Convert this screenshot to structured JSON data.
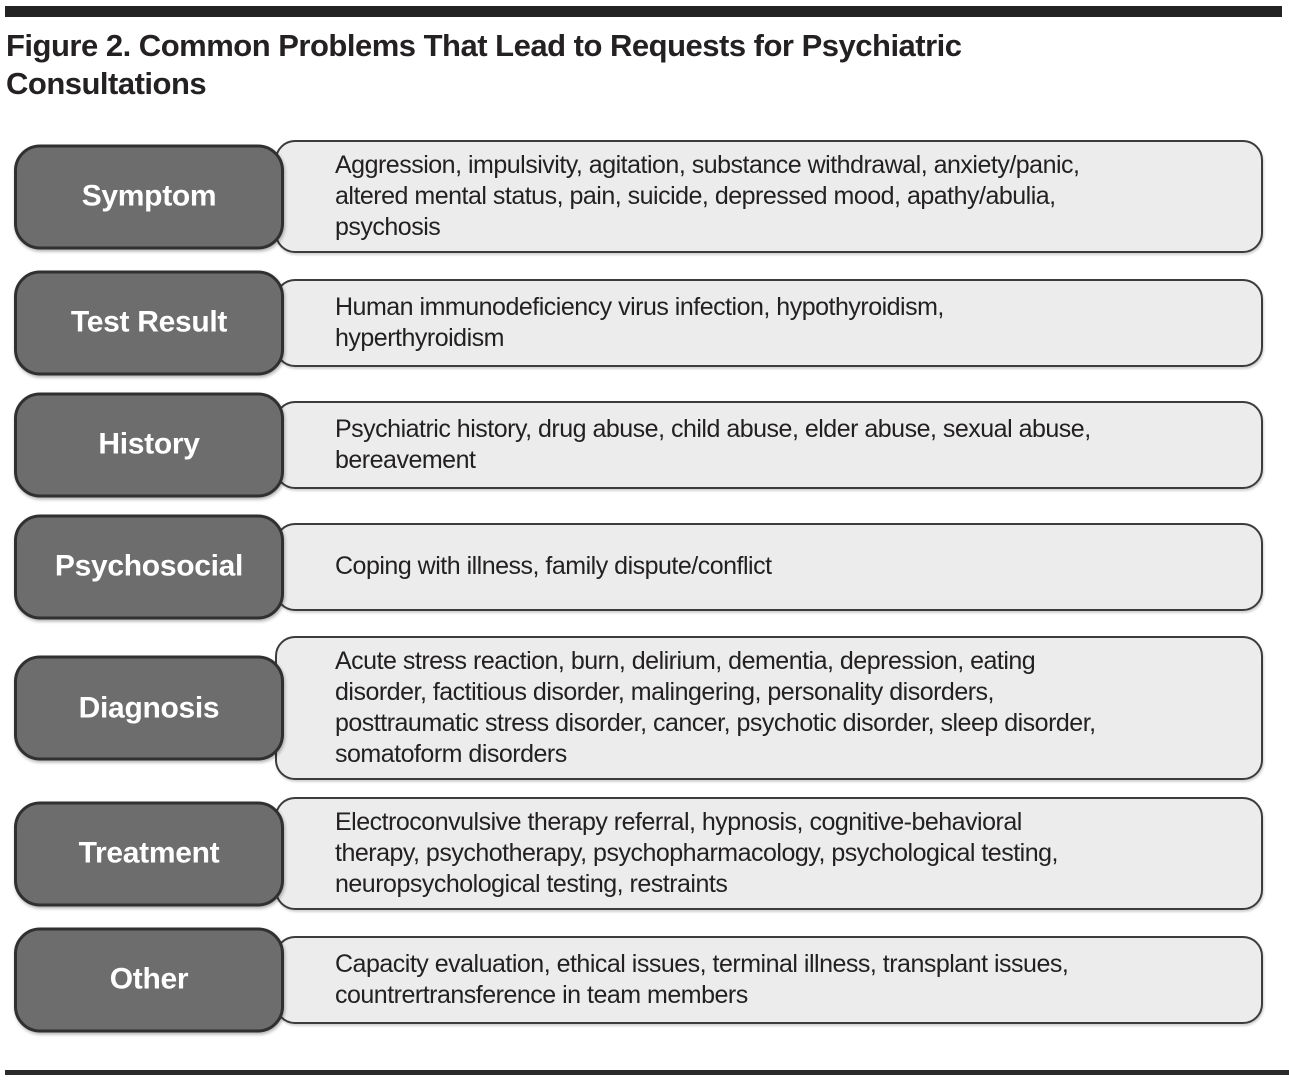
{
  "figure": {
    "title": "Figure 2. Common Problems That Lead to Requests for Psychiatric\nConsultations"
  },
  "colors": {
    "label_fill": "#6d6d6d",
    "label_border": "#303030",
    "content_fill": "#ececec",
    "content_border": "#3c3c3c",
    "text": "#232021",
    "rule": "#232323"
  },
  "rows": [
    {
      "label": "Symptom",
      "text": "Aggression, impulsivity, agitation, substance withdrawal, anxiety/panic,\naltered mental status, pain, suicide, depressed mood, apathy/abulia,\npsychosis"
    },
    {
      "label": "Test Result",
      "text": "Human immunodeficiency virus infection, hypothyroidism,\nhyperthyroidism"
    },
    {
      "label": "History",
      "text": "Psychiatric history, drug abuse, child abuse, elder abuse, sexual abuse,\nbereavement"
    },
    {
      "label": "Psychosocial",
      "text": "Coping with illness, family dispute/conflict"
    },
    {
      "label": "Diagnosis",
      "text": "Acute stress reaction, burn, delirium, dementia, depression, eating\ndisorder, factitious disorder, malingering, personality disorders,\nposttraumatic stress disorder, cancer, psychotic disorder, sleep disorder,\nsomatoform disorders"
    },
    {
      "label": "Treatment",
      "text": "Electroconvulsive therapy referral, hypnosis, cognitive-behavioral\ntherapy, psychotherapy, psychopharmacology, psychological testing,\nneuropsychological testing, restraints"
    },
    {
      "label": "Other",
      "text": "Capacity evaluation, ethical issues, terminal illness, transplant issues,\ncountrertransference in team members"
    }
  ]
}
